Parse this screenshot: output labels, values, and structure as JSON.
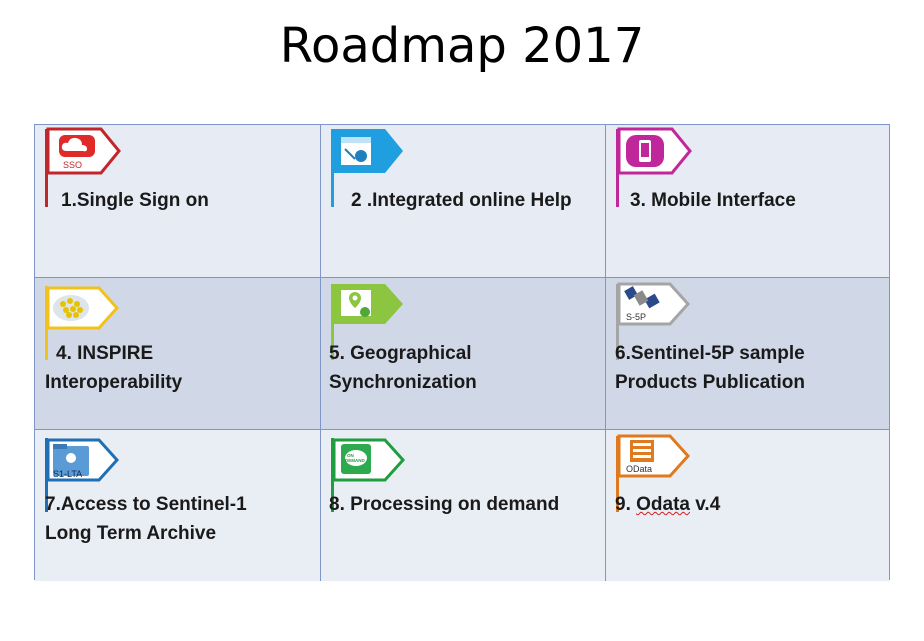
{
  "title": "Roadmap 2017",
  "colors": {
    "grid_border": "#7f97c8",
    "row_light": "#e7ebf4",
    "row_dark": "#d0d8e8"
  },
  "items": [
    {
      "number": "1.",
      "text": "Single Sign on",
      "icon": "sso-cloud-icon",
      "icon_text": "SSO",
      "flag_color": "#c0262c"
    },
    {
      "number": "2 .",
      "text": "Integrated online Help",
      "icon": "online-help-icon",
      "flag_color": "#1f9ee0"
    },
    {
      "number": "3. ",
      "text": "Mobile Interface",
      "icon": "mobile-phone-icon",
      "flag_color": "#c0279a"
    },
    {
      "number": "4. ",
      "line1": "INSPIRE",
      "line2": "Interoperability",
      "icon": "inspire-dots-icon",
      "flag_color": "#f2c21a"
    },
    {
      "number": "5. ",
      "line1": "Geographical",
      "line2": "Synchronization",
      "icon": "geo-sync-icon",
      "flag_color": "#8cc640"
    },
    {
      "number": "6.",
      "line1": "Sentinel-5P sample",
      "line2": "Products Publication",
      "icon": "satellite-icon",
      "icon_text": "S-5P",
      "flag_color": "#a5a5a5"
    },
    {
      "number": "7.",
      "line1": "Access to Sentinel-1",
      "line2": "Long Term Archive",
      "icon": "archive-folder-icon",
      "icon_text": "S1-LTA",
      "flag_color": "#1f6fb5"
    },
    {
      "number": "8. ",
      "text": "Processing on demand",
      "icon": "on-demand-icon",
      "icon_text": "ON DEMAND",
      "flag_color": "#1e9e3e"
    },
    {
      "number": "9. ",
      "text_a": "Odata",
      "text_b": " v.4",
      "icon": "odata-icon",
      "icon_text": "OData",
      "flag_color": "#e07a1f"
    }
  ]
}
